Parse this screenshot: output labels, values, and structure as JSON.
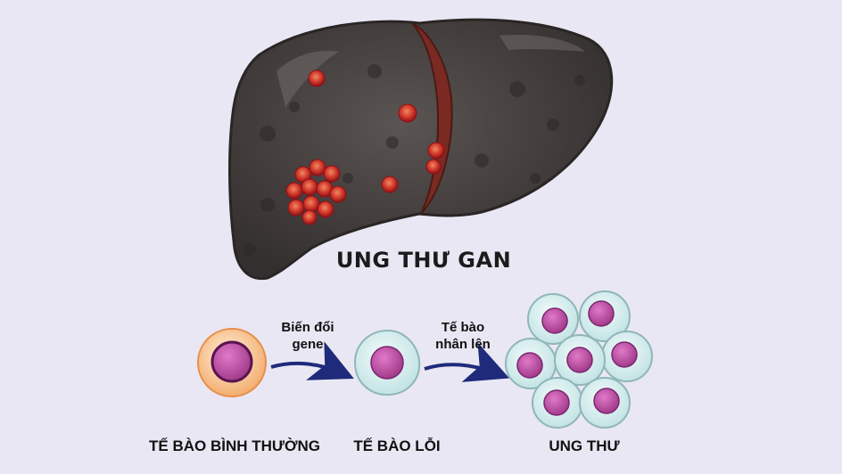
{
  "title": "UNG THƯ GAN",
  "stages": [
    {
      "label": "TẾ BÀO BÌNH THƯỜNG"
    },
    {
      "label": "TẾ BÀO LỖI"
    },
    {
      "label": "UNG THƯ"
    }
  ],
  "arrows": [
    {
      "line1": "Biến đổi",
      "line2": "gene"
    },
    {
      "line1": "Tế bào",
      "line2": "nhân lên"
    }
  ],
  "colors": {
    "background": "#e9e7f3",
    "liver": "#45403f",
    "tumor": "#b3171c",
    "normal_cell": "#f3b277",
    "faulty_cell": "#cfe9ea",
    "nucleus": "#b6459a",
    "arrow": "#1f2a7a"
  }
}
